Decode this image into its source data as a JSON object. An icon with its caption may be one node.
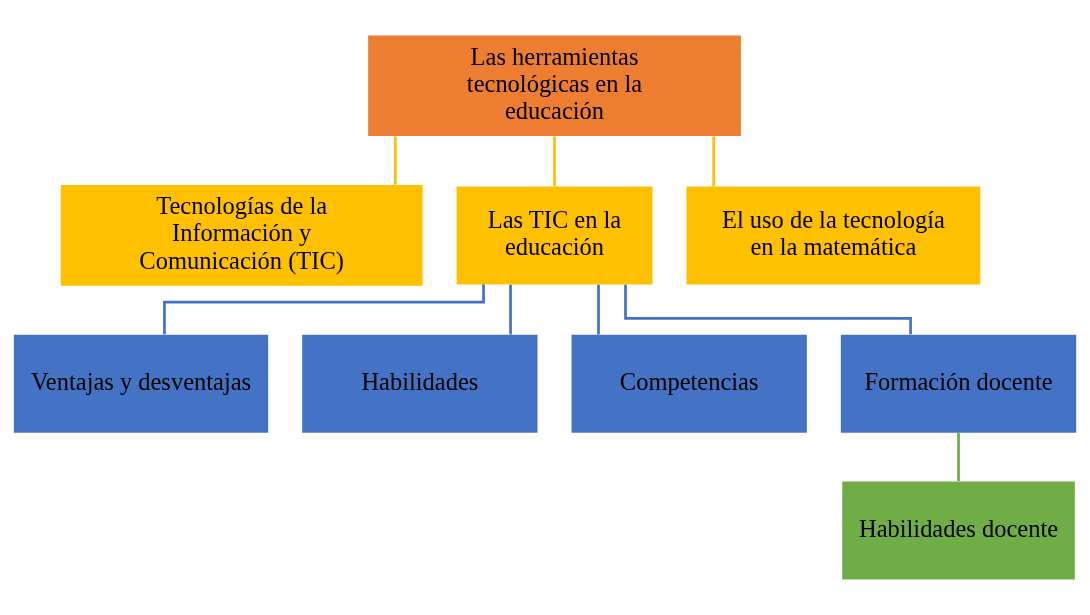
{
  "diagram": {
    "nodes": [
      {
        "text": [
          "Las herramientas tecnológicas en la educación"
        ]
      },
      {
        "text": [
          "Tecnologías de la Información y Comunicación (TIC)"
        ]
      },
      {
        "text": [
          "Las TIC en la educación"
        ]
      },
      {
        "text": [
          "El uso de la tecnología en la matemática"
        ]
      },
      {
        "text": [
          "Ventajas y desventajas"
        ]
      },
      {
        "text": [
          "Habilidades"
        ]
      },
      {
        "text": [
          "Competencias"
        ]
      },
      {
        "text": [
          "Formación docente"
        ]
      },
      {
        "text": [
          "Habilidades docente"
        ]
      }
    ],
    "edges": [
      {
        "from": 0,
        "to": 1,
        "arrow": "none",
        "color": "#ffc000"
      },
      {
        "from": 0,
        "to": 2,
        "arrow": "none",
        "color": "#ffc000"
      },
      {
        "from": 0,
        "to": 3,
        "arrow": "none",
        "color": "#ffc000"
      },
      {
        "from": 2,
        "to": 4,
        "arrow": "none"
      },
      {
        "from": 2,
        "to": 5,
        "arrow": "none"
      },
      {
        "from": 2,
        "to": 6,
        "arrow": "none"
      },
      {
        "from": 2,
        "to": 7,
        "arrow": "none"
      },
      {
        "from": 7,
        "to": 8,
        "arrow": "none",
        "color": "#70ad47"
      }
    ]
  }
}
